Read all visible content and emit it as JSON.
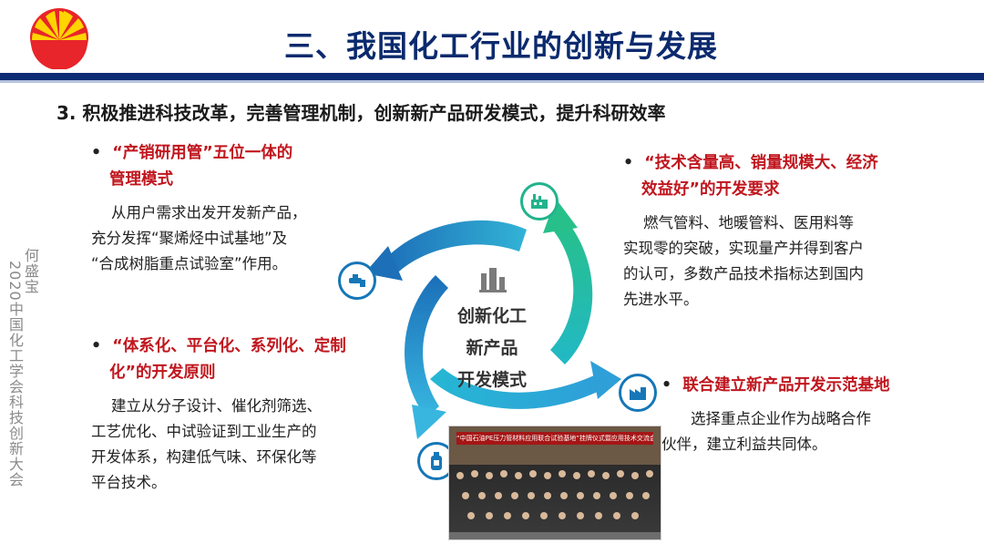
{
  "header": {
    "title": "三、我国化工行业的创新与发展",
    "subtitle": "3. 积极推进科技改革，完善管理机制，创新新产品研发模式，提升科研效率"
  },
  "side_caption": {
    "name": "何盛宝",
    "event": "2020中国化工学会科技创新大会"
  },
  "center": {
    "line1": "创新化工",
    "line2": "新产品",
    "line3": "开发模式"
  },
  "items": [
    {
      "heading_lines": [
        "“产销研用管”五位一体的",
        "管理模式"
      ],
      "body_lines": [
        "从用户需求出发开发新产品，",
        "充分发挥“聚烯烃中试基地”及",
        "“合成树脂重点试验室”作用。"
      ]
    },
    {
      "heading_lines": [
        "“体系化、平台化、系列化、定制",
        "化”的开发原则"
      ],
      "body_lines": [
        "建立从分子设计、催化剂筛选、",
        "工艺优化、中试验证到工业生产的",
        "开发体系，构建低气味、环保化等",
        "平台技术。"
      ]
    },
    {
      "heading_lines": [
        "“技术含量高、销量规模大、经济",
        "效益好”的开发要求"
      ],
      "body_lines": [
        "燃气管料、地暖管料、医用料等",
        "实现零的突破，实现量产并得到客户",
        "的认可，多数产品技术指标达到国内",
        "先进水平。"
      ]
    },
    {
      "heading_lines": [
        "联合建立新产品开发示范基地"
      ],
      "body_lines": [
        "选择重点企业作为战略合作",
        "伙伴，建立利益共同体。"
      ]
    }
  ],
  "photo": {
    "banner": "“中国石油PE压力管材料应用联合试验基地”挂牌仪式暨应用技术交流会"
  },
  "colors": {
    "title": "#0b2a6e",
    "accent_red": "#c0161e",
    "arrow_blue": "#1677b8",
    "arrow_teal": "#22b8c6",
    "arrow_green": "#27c08a"
  },
  "icons": [
    "logo-icon",
    "factory-icon",
    "faucet-icon",
    "industry-icon",
    "bottle-icon",
    "plant-icon"
  ]
}
